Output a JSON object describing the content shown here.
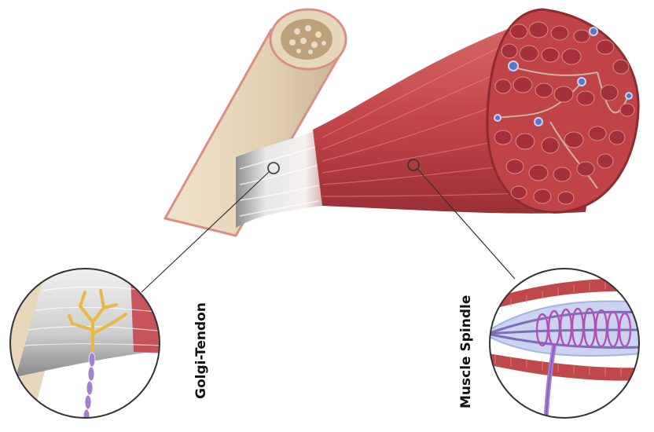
{
  "labels": {
    "golgi_tendon": "Golgi-Tendon",
    "muscle_spindle": "Muscle Spindle"
  },
  "colors": {
    "bone": "#e3d2b4",
    "bone_edge": "#d98f86",
    "tendon": "#d6d6d6",
    "muscle": "#c8484a",
    "muscle_dark": "#9c2e35",
    "fascicle": "#a8353d",
    "nerve_blue": "#5a76c8",
    "golgi_nerve": "#e8b842",
    "axon_purple": "#a57fd1",
    "spindle_coil": "#b34fb8"
  },
  "icons": [
    "bone-illustration",
    "muscle-belly",
    "muscle-cross-section",
    "golgi-tendon-organ",
    "muscle-spindle",
    "magnifier-marker"
  ]
}
